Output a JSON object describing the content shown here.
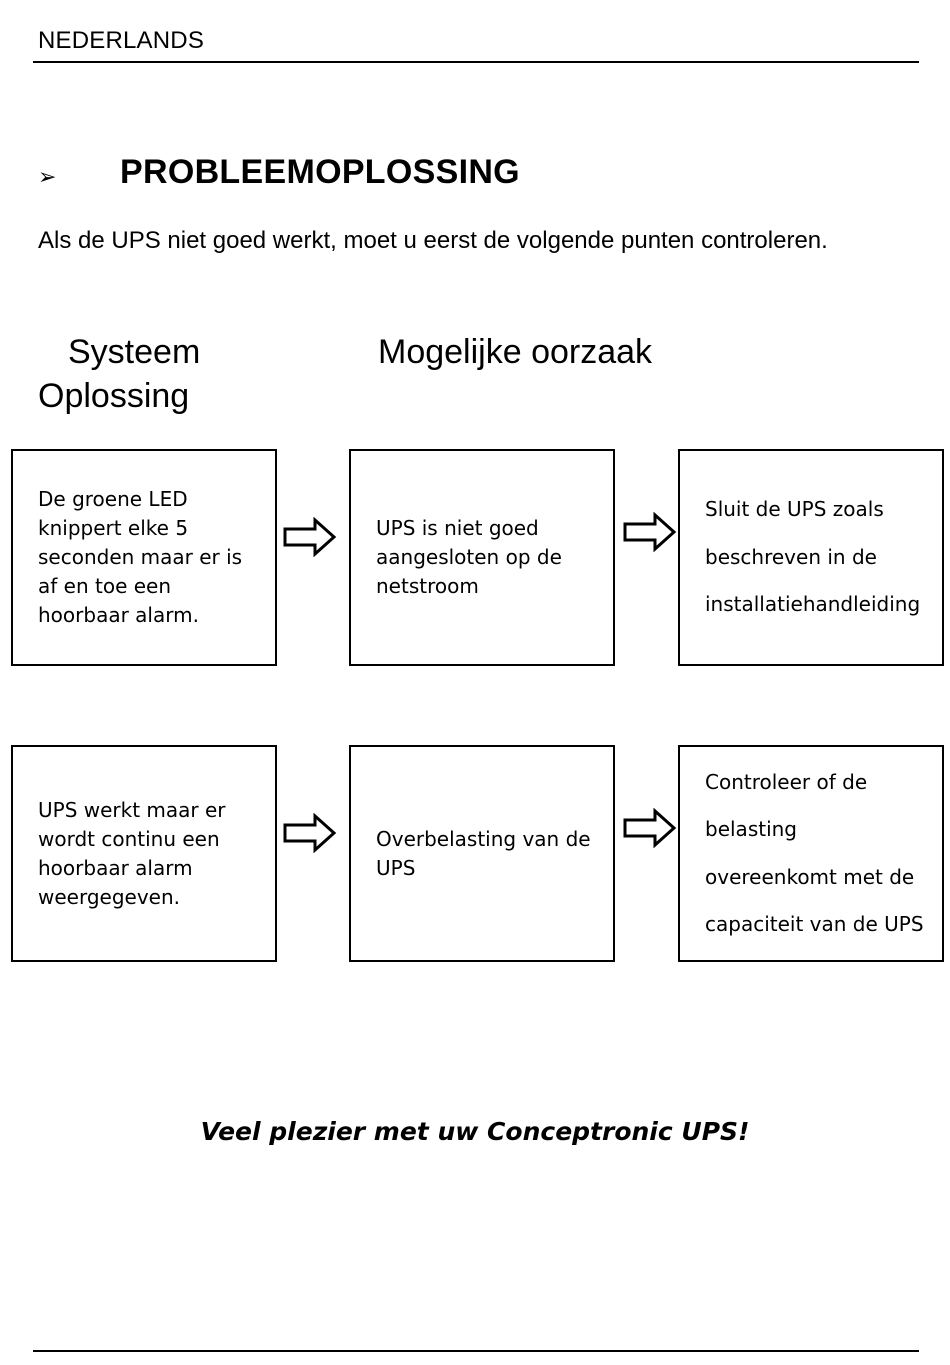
{
  "header": {
    "language": "NEDERLANDS"
  },
  "section": {
    "bullet": "➢",
    "title": "PROBLEEMOPLOSSING",
    "intro": "Als de UPS niet goed werkt, moet u eerst de volgende punten controleren."
  },
  "columns": {
    "symptom": "Systeem",
    "cause": "Mogelijke oorzaak",
    "solution": "Oplossing"
  },
  "rows": [
    {
      "symptom": [
        "De groene LED",
        "knippert elke 5",
        "seconden maar er is",
        "af en toe een",
        "hoorbaar alarm."
      ],
      "cause": [
        "UPS is niet goed",
        "aangesloten op de",
        "netstroom"
      ],
      "solution": [
        "Sluit de UPS zoals",
        "beschreven in de",
        "installatiehandleiding"
      ]
    },
    {
      "symptom": [
        "UPS werkt maar er",
        "wordt continu een",
        "hoorbaar alarm",
        "weergegeven."
      ],
      "cause": [
        "Overbelasting van de",
        "UPS"
      ],
      "solution": [
        "Controleer of de",
        "belasting",
        "overeenkomt met de",
        "capaciteit van de UPS"
      ]
    }
  ],
  "closing": "Veel plezier met uw Conceptronic UPS!",
  "icons": {
    "arrow": "right-outline-arrow-icon"
  }
}
